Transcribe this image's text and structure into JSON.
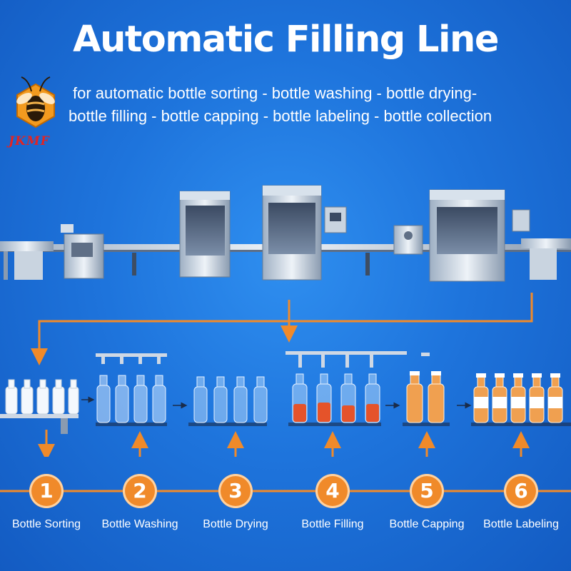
{
  "title": "Automatic Filling Line",
  "subtitle": {
    "line1": "for automatic bottle sorting - bottle washing - bottle drying-",
    "line2": "bottle filling - bottle capping - bottle labeling - bottle collection"
  },
  "logo": {
    "text": "JKMF",
    "icon": "bee-icon"
  },
  "steps": [
    {
      "number": "1",
      "label": "Bottle Sorting"
    },
    {
      "number": "2",
      "label": "Bottle Washing"
    },
    {
      "number": "3",
      "label": "Bottle Drying"
    },
    {
      "number": "4",
      "label": "Bottle Filling"
    },
    {
      "number": "5",
      "label": "Bottle Capping"
    },
    {
      "number": "6",
      "label": "Bottle Labeling"
    }
  ],
  "colors": {
    "background": "#1e74dc",
    "accent": "#f08a2a",
    "liquid_red": "#e5532a",
    "liquid_amber": "#f0a050",
    "bottle": "#e6f1ff"
  }
}
